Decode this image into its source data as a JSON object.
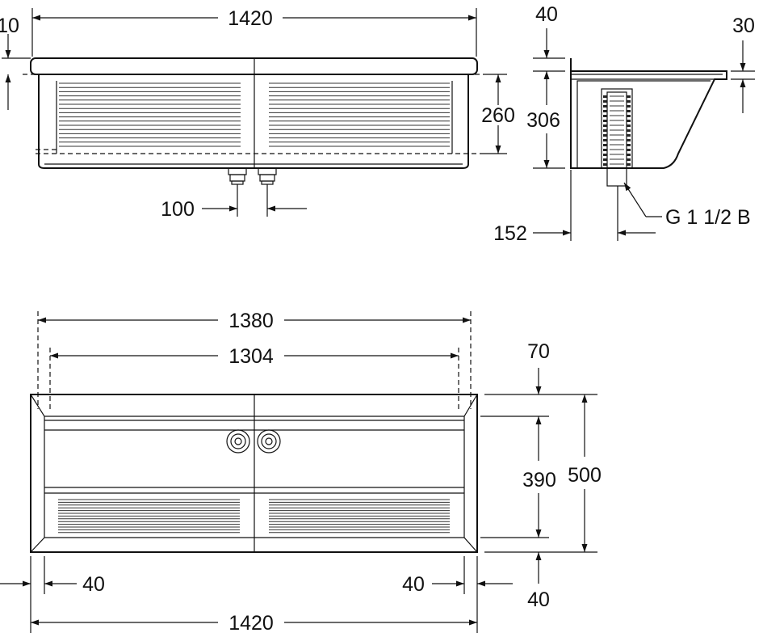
{
  "front_view": {
    "width": "1420",
    "offset": "10",
    "height": "260",
    "outlet_spacing": "100"
  },
  "side_view": {
    "rim": "40",
    "height": "306",
    "lip": "30",
    "depth": "152",
    "thread": "G 1 1/2 B"
  },
  "top_view": {
    "width_inner": "1380",
    "width_mount": "1304",
    "rear_offset": "70",
    "inner_depth": "390",
    "total_depth": "500",
    "front_offset": "40",
    "left_margin": "40",
    "right_margin": "40",
    "width_total": "1420"
  },
  "colors": {
    "line": "#111111",
    "background": "#ffffff"
  }
}
